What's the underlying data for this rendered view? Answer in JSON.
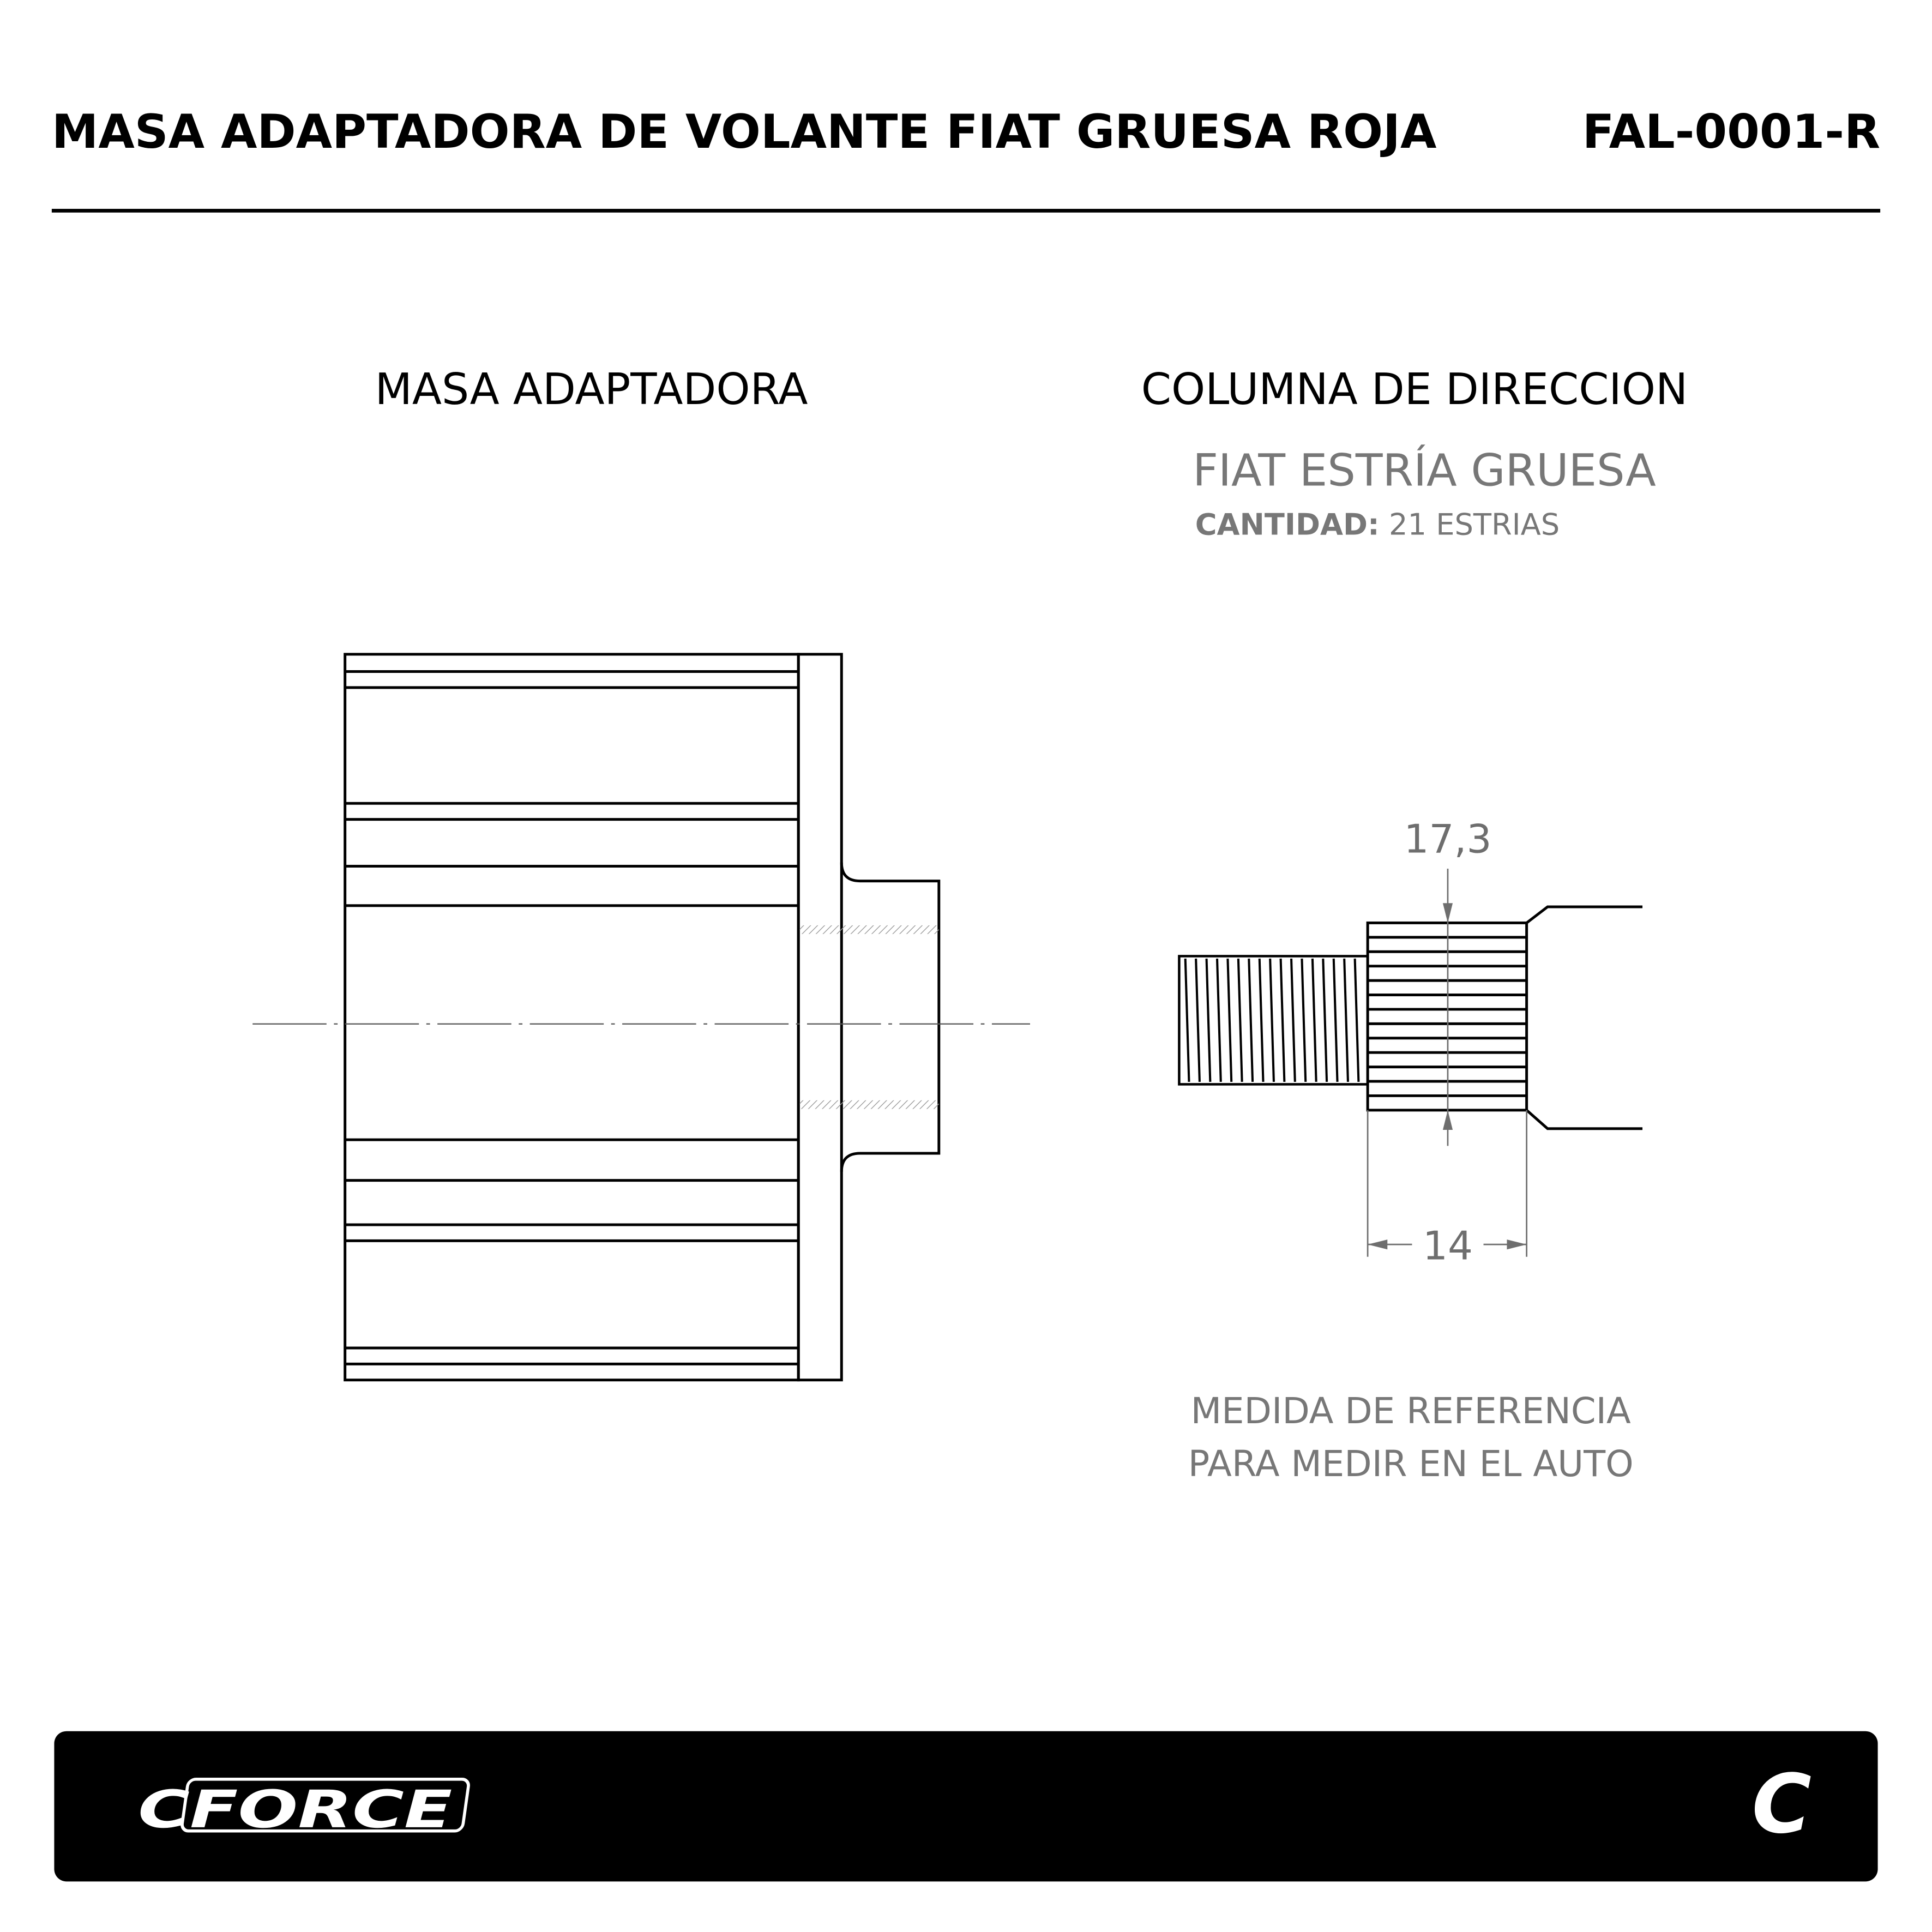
{
  "header": {
    "title": "MASA ADAPTADORA DE VOLANTE FIAT GRUESA ROJA",
    "code": "FAL-0001-R"
  },
  "left": {
    "heading": "MASA ADAPTADORA"
  },
  "right": {
    "heading": "COLUMNA DE DIRECCION",
    "subheading": "FIAT ESTRÍA GRUESA",
    "quantity_label": "CANTIDAD:",
    "quantity_value": "21 ESTRIAS",
    "dim_diameter": "17,3",
    "dim_length": "14",
    "note_line1": "MEDIDA DE REFERENCIA",
    "note_line2": "PARA MEDIR EN EL AUTO"
  },
  "footer": {
    "brand": "CFORCE",
    "brand_mark": "C"
  },
  "colors": {
    "ink": "#000000",
    "gray": "#777777",
    "dim": "#6e6e6e",
    "footer_bg": "#000000"
  }
}
